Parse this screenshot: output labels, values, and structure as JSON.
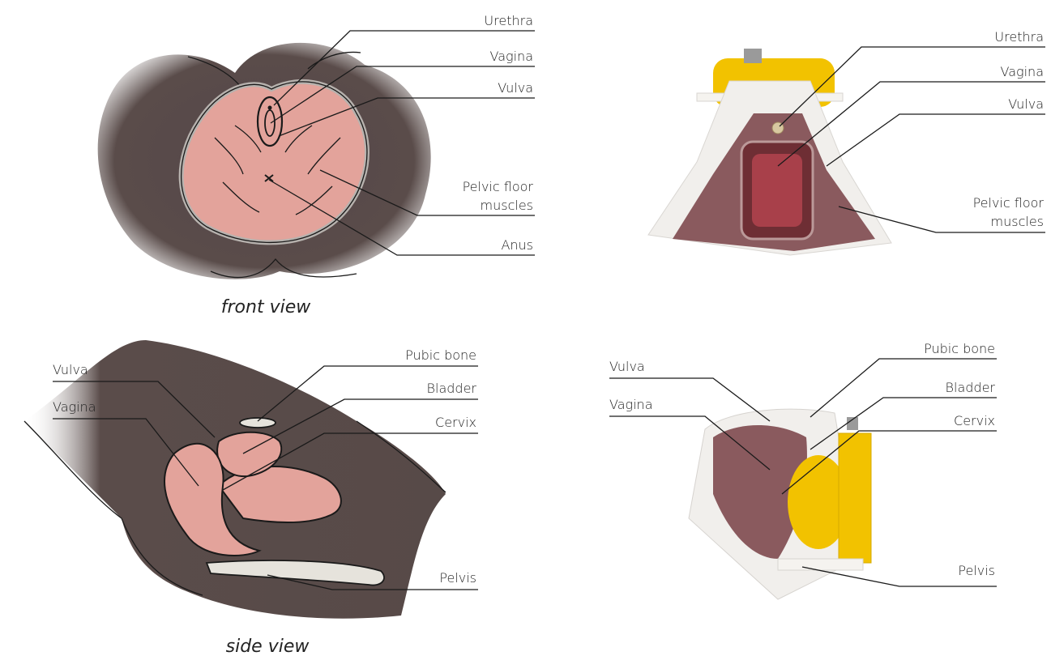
{
  "front_illustration": {
    "labels": {
      "urethra": "Urethra",
      "vagina": "Vagina",
      "vulva": "Vulva",
      "pelvic_floor_line1": "Pelvic floor",
      "pelvic_floor_line2": "muscles",
      "anus": "Anus"
    },
    "caption": "front view"
  },
  "front_model": {
    "labels": {
      "urethra": "Urethra",
      "vagina": "Vagina",
      "vulva": "Vulva",
      "pelvic_floor_line1": "Pelvic floor",
      "pelvic_floor_line2": "muscles"
    }
  },
  "side_illustration": {
    "labels": {
      "pubic_bone": "Pubic bone",
      "bladder": "Bladder",
      "cervix": "Cervix",
      "vulva": "Vulva",
      "vagina": "Vagina",
      "pelvis": "Pelvis"
    },
    "caption": "side view"
  },
  "side_model": {
    "labels": {
      "pubic_bone": "Pubic bone",
      "bladder": "Bladder",
      "cervix": "Cervix",
      "vulva": "Vulva",
      "vagina": "Vagina",
      "pelvis": "Pelvis"
    }
  },
  "colors": {
    "skin_dark": "#5a4c4a",
    "tissue_pink": "#e3a39b",
    "outline": "#1a1a1a",
    "model_yellow": "#f2c200",
    "model_maroon": "#8a5a5e",
    "model_white": "#f1efec",
    "bone": "#e6e3dc"
  }
}
